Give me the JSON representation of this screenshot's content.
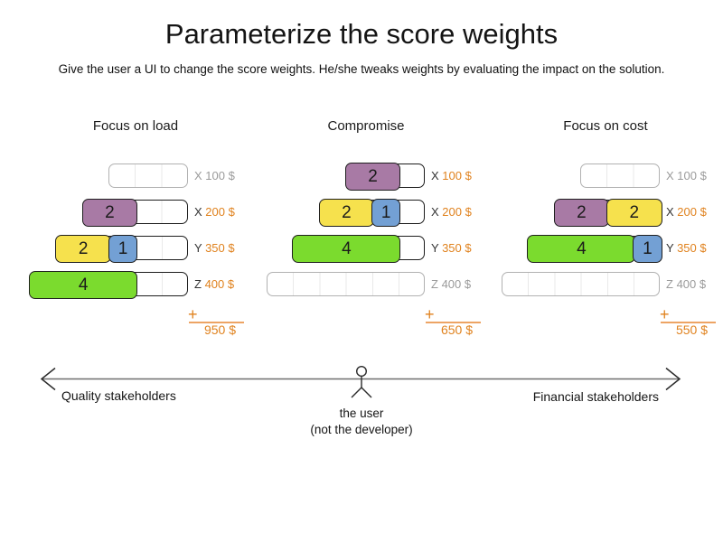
{
  "title": "Parameterize the score weights",
  "subtitle": "Give the user a UI to change the score weights. He/she tweaks weights by evaluating the impact on the solution.",
  "colors": {
    "purple": "#a87aa5",
    "yellow": "#f6e14d",
    "blue": "#73a0d4",
    "green": "#7bdb2e",
    "orange": "#e0821e",
    "gray_text": "#9b9b9b",
    "dark_text": "#333333",
    "empty_border": "#b1b1b1",
    "filled_border": "#1d1d1d",
    "axis_line": "#6e6e6e"
  },
  "scenarios": [
    {
      "header": "Focus on load",
      "plus": "+",
      "total": "950 $",
      "rows": [
        {
          "letter": "X",
          "price": "100 $",
          "capacity": 3,
          "blocks": []
        },
        {
          "letter": "X",
          "price": "200 $",
          "capacity": 4,
          "blocks": [
            {
              "color": "purple",
              "count": 2,
              "label": "2"
            }
          ]
        },
        {
          "letter": "Y",
          "price": "350 $",
          "capacity": 5,
          "blocks": [
            {
              "color": "yellow",
              "count": 2,
              "label": "2"
            },
            {
              "color": "blue",
              "count": 1,
              "label": "1"
            }
          ]
        },
        {
          "letter": "Z",
          "price": "400 $",
          "capacity": 6,
          "blocks": [
            {
              "color": "green",
              "count": 4,
              "label": "4"
            }
          ]
        }
      ]
    },
    {
      "header": "Compromise",
      "plus": "+",
      "total": "650 $",
      "rows": [
        {
          "letter": "X",
          "price": "100 $",
          "capacity": 3,
          "blocks": [
            {
              "color": "purple",
              "count": 2,
              "label": "2"
            }
          ]
        },
        {
          "letter": "X",
          "price": "200 $",
          "capacity": 4,
          "blocks": [
            {
              "color": "yellow",
              "count": 2,
              "label": "2"
            },
            {
              "color": "blue",
              "count": 1,
              "label": "1"
            }
          ]
        },
        {
          "letter": "Y",
          "price": "350 $",
          "capacity": 5,
          "blocks": [
            {
              "color": "green",
              "count": 4,
              "label": "4"
            }
          ]
        },
        {
          "letter": "Z",
          "price": "400 $",
          "capacity": 6,
          "blocks": []
        }
      ]
    },
    {
      "header": "Focus on cost",
      "plus": "+",
      "total": "550 $",
      "rows": [
        {
          "letter": "X",
          "price": "100 $",
          "capacity": 3,
          "blocks": []
        },
        {
          "letter": "X",
          "price": "200 $",
          "capacity": 4,
          "blocks": [
            {
              "color": "purple",
              "count": 2,
              "label": "2"
            },
            {
              "color": "yellow",
              "count": 2,
              "label": "2"
            }
          ]
        },
        {
          "letter": "Y",
          "price": "350 $",
          "capacity": 5,
          "blocks": [
            {
              "color": "green",
              "count": 4,
              "label": "4"
            },
            {
              "color": "blue",
              "count": 1,
              "label": "1"
            }
          ]
        },
        {
          "letter": "Z",
          "price": "400 $",
          "capacity": 6,
          "blocks": []
        }
      ]
    }
  ],
  "axis": {
    "left_label": "Quality stakeholders",
    "right_label": "Financial stakeholders",
    "center_label_line1": "the user",
    "center_label_line2": "(not the developer)"
  }
}
